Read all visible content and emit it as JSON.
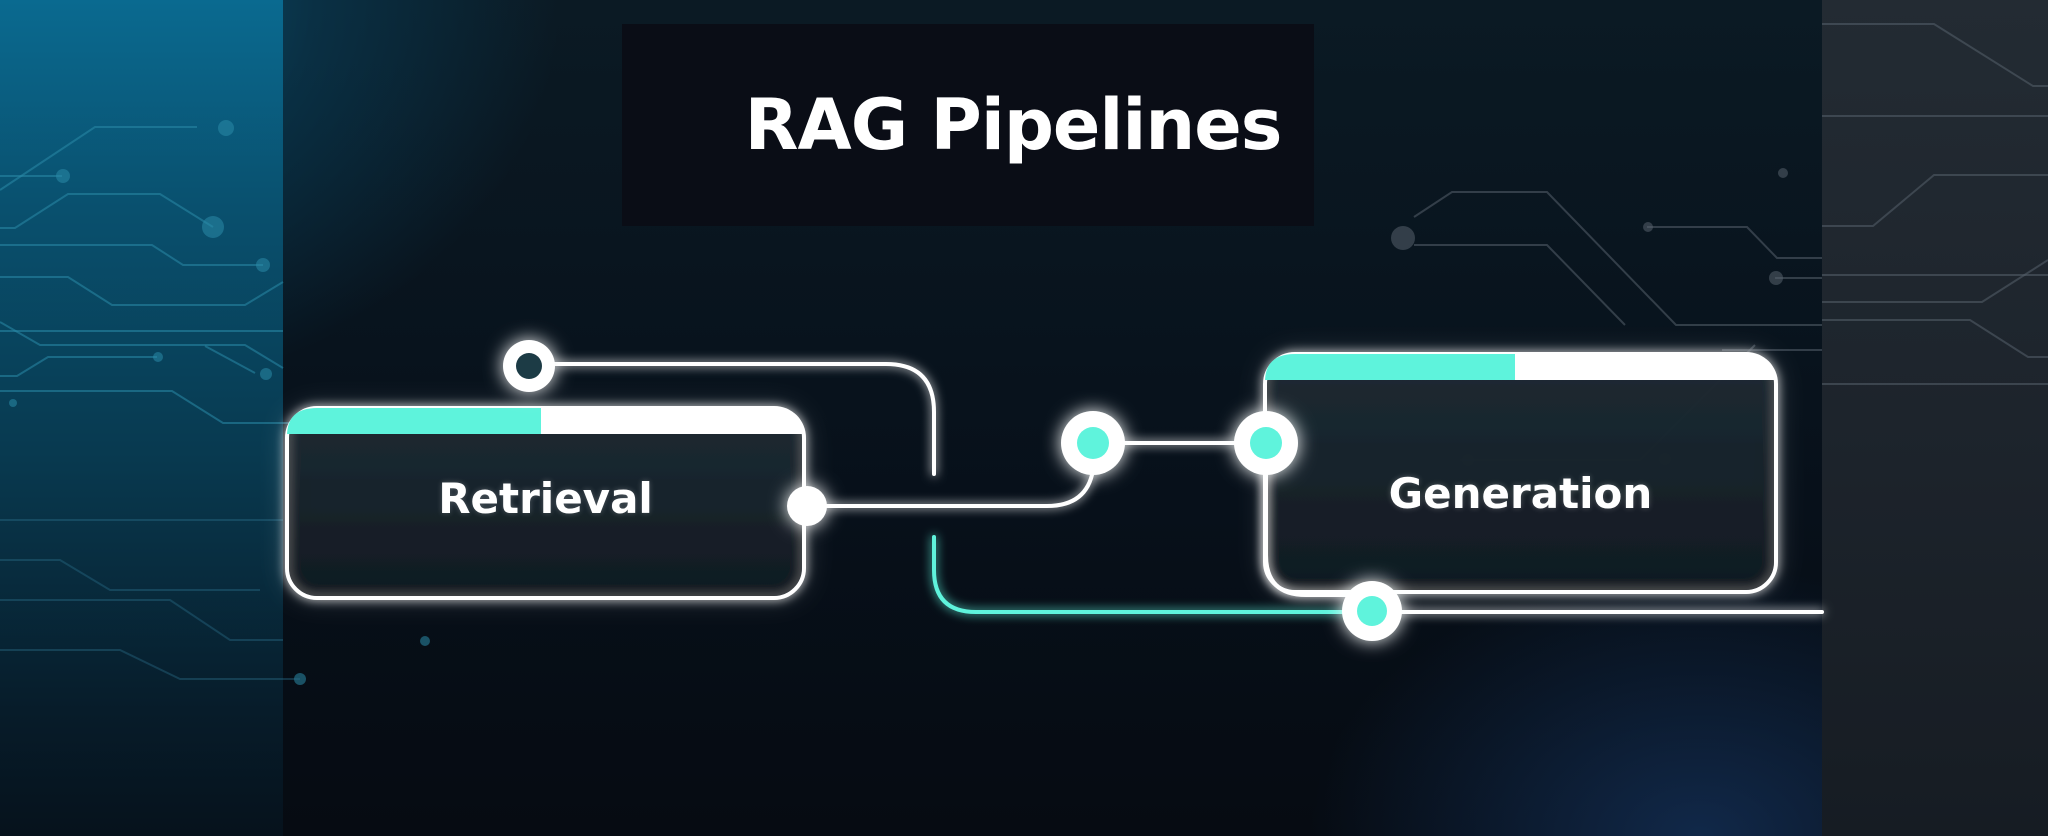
{
  "title": "RAG Pipelines",
  "nodes": [
    {
      "id": "retrieval",
      "label": "Retrieval"
    },
    {
      "id": "generation",
      "label": "Generation"
    }
  ],
  "connectors": [
    {
      "from": "retrieval",
      "to": "generation",
      "style": "white"
    },
    {
      "from": "retrieval-top-port",
      "to": "loop-return",
      "style": "white"
    },
    {
      "from": "loop-return",
      "to": "generation-bottom-port",
      "style": "teal"
    }
  ],
  "colors": {
    "accent_teal": "#5ef3dc",
    "line_white": "#ffffff",
    "node_fill": "#121d26",
    "title_bg": "#0a0d16",
    "background": "#070b12"
  }
}
